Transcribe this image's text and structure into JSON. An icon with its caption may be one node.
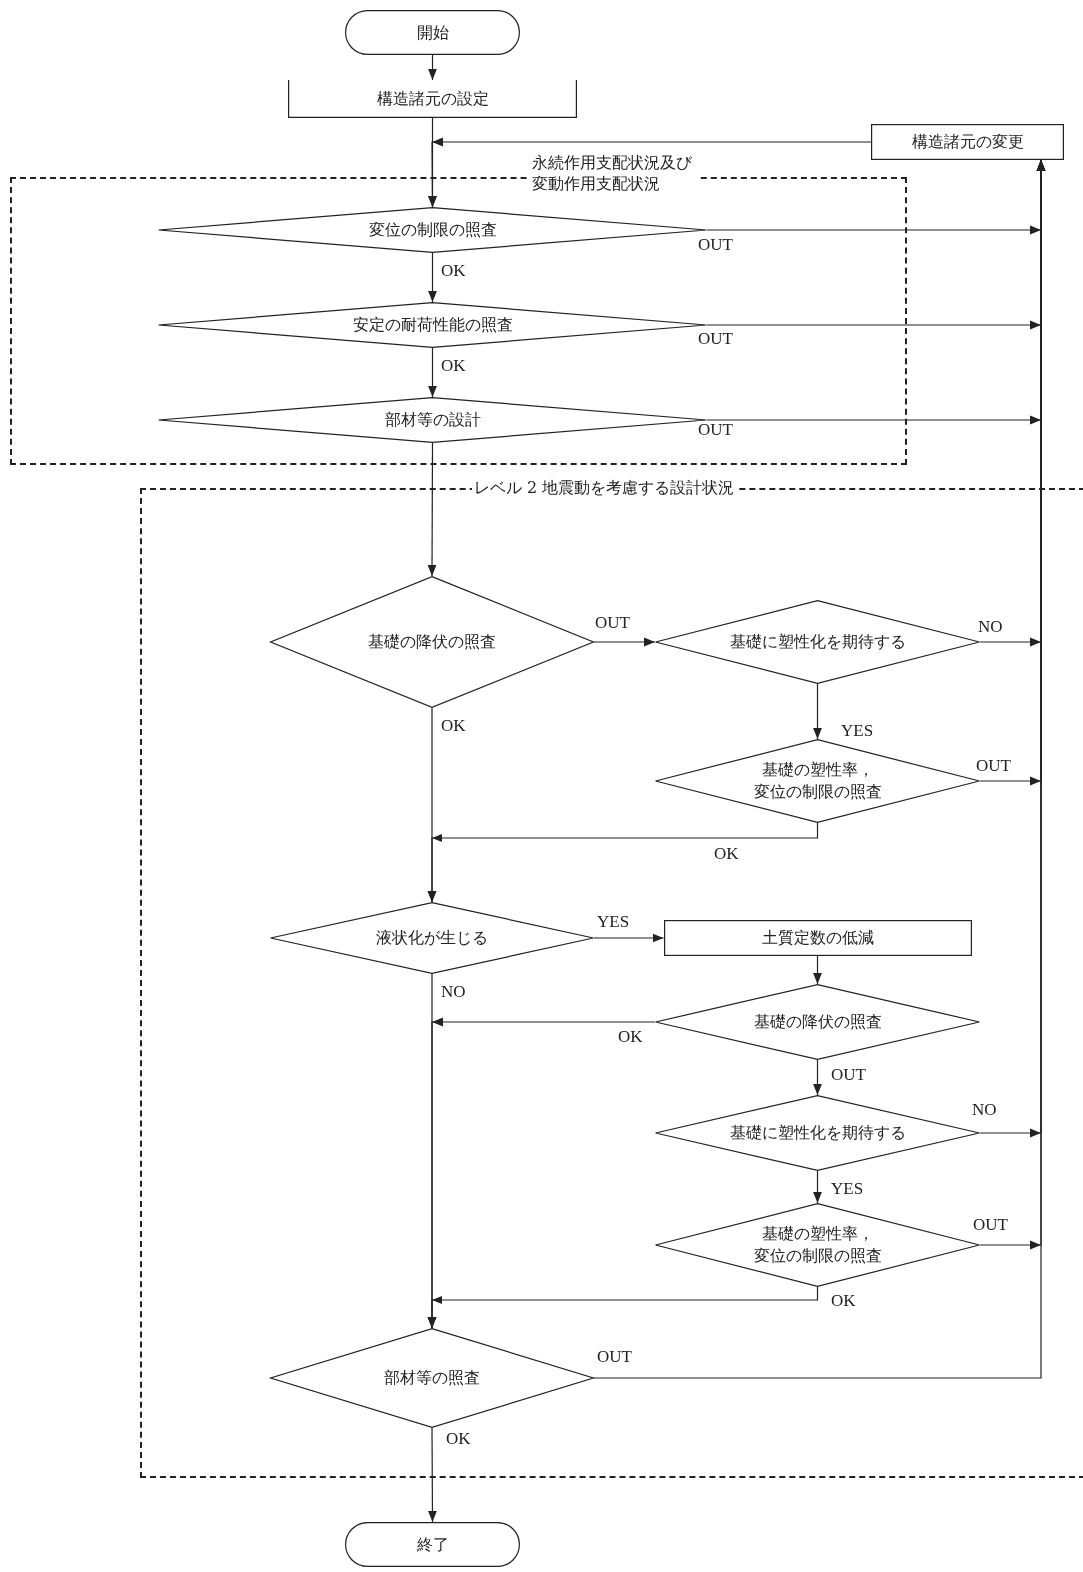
{
  "diagram": {
    "nodes": [
      {
        "text": [
          "開始"
        ]
      },
      {
        "text": [
          "構造諸元の設定"
        ]
      },
      {
        "text": [
          "構造諸元の変更"
        ]
      },
      {
        "text": [
          "永続作用支配状況及び変動作用支配状況"
        ]
      },
      {
        "text": [
          "変位の制限の照査"
        ],
        "in": 3
      },
      {
        "text": [
          "安定の耐荷性能の照査"
        ],
        "in": 3
      },
      {
        "text": [
          "部材等の設計"
        ],
        "in": 3
      },
      {
        "text": [
          "レベル 2 地震動を考慮する設計状況"
        ]
      },
      {
        "text": [
          "基礎の降伏の照査"
        ],
        "in": 7
      },
      {
        "text": [
          "基礎に塑性化を期待する"
        ],
        "in": 7
      },
      {
        "text": [
          "基礎の塑性率，変位の制限の照査"
        ],
        "in": 7
      },
      {
        "text": [
          "液状化が生じる"
        ],
        "in": 7
      },
      {
        "text": [
          "土質定数の低減"
        ],
        "in": 7
      },
      {
        "text": [
          "基礎の降伏の照査"
        ],
        "in": 7
      },
      {
        "text": [
          "基礎に塑性化を期待する"
        ],
        "in": 7
      },
      {
        "text": [
          "基礎の塑性率，変位の制限の照査"
        ],
        "in": 7
      },
      {
        "text": [
          "部材等の照査"
        ],
        "in": 7
      },
      {
        "text": [
          "終了"
        ]
      }
    ],
    "edges": [
      {
        "from": 0,
        "to": 1,
        "arrow": "to"
      },
      {
        "from": 1,
        "to": 4,
        "arrow": "to"
      },
      {
        "from": 2,
        "to": 4,
        "arrow": "to"
      },
      {
        "from": 4,
        "to": 2,
        "arrow": "to",
        "label": "OUT"
      },
      {
        "from": 4,
        "to": 5,
        "arrow": "to",
        "label": "OK"
      },
      {
        "from": 5,
        "to": 2,
        "arrow": "to",
        "label": "OUT"
      },
      {
        "from": 5,
        "to": 6,
        "arrow": "to",
        "label": "OK"
      },
      {
        "from": 6,
        "to": 2,
        "arrow": "to",
        "label": "OUT"
      },
      {
        "from": 6,
        "to": 8,
        "arrow": "to"
      },
      {
        "from": 8,
        "to": 9,
        "arrow": "to",
        "label": "OUT"
      },
      {
        "from": 9,
        "to": 2,
        "arrow": "to",
        "label": "NO"
      },
      {
        "from": 9,
        "to": 10,
        "arrow": "to",
        "label": "YES"
      },
      {
        "from": 10,
        "to": 2,
        "arrow": "to",
        "label": "OUT"
      },
      {
        "from": 10,
        "to": 11,
        "arrow": "to",
        "label": "OK"
      },
      {
        "from": 8,
        "to": 11,
        "arrow": "to",
        "label": "OK"
      },
      {
        "from": 11,
        "to": 12,
        "arrow": "to",
        "label": "YES"
      },
      {
        "from": 11,
        "to": 16,
        "arrow": "to",
        "label": "NO"
      },
      {
        "from": 12,
        "to": 13,
        "arrow": "to"
      },
      {
        "from": 13,
        "to": 16,
        "arrow": "to",
        "label": "OK"
      },
      {
        "from": 13,
        "to": 14,
        "arrow": "to",
        "label": "OUT"
      },
      {
        "from": 14,
        "to": 2,
        "arrow": "to",
        "label": "NO"
      },
      {
        "from": 14,
        "to": 15,
        "arrow": "to",
        "label": "YES"
      },
      {
        "from": 15,
        "to": 2,
        "arrow": "to",
        "label": "OUT"
      },
      {
        "from": 15,
        "to": 16,
        "arrow": "to",
        "label": "OK"
      },
      {
        "from": 16,
        "to": 2,
        "arrow": "to",
        "label": "OUT"
      },
      {
        "from": 16,
        "to": 17,
        "arrow": "to",
        "label": "OK"
      }
    ]
  }
}
